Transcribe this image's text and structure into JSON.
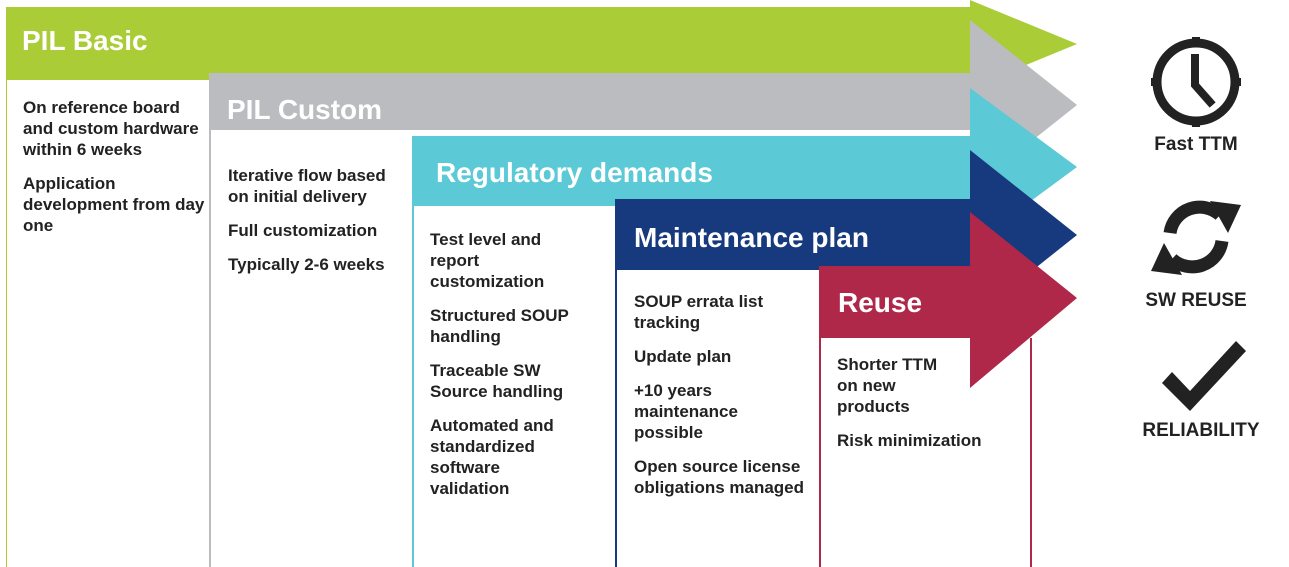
{
  "colors": {
    "pil_basic": "#AACC36",
    "pil_custom": "#BBBCBF",
    "regulatory": "#5CC9D6",
    "maintenance": "#17397E",
    "reuse": "#B02849",
    "icon": "#222222"
  },
  "stages": [
    {
      "title": "PIL Basic",
      "items": [
        "On reference board and custom hardware within 6 weeks",
        "Application development from day one"
      ]
    },
    {
      "title": "PIL Custom",
      "items": [
        "Iterative flow based on initial delivery",
        "Full customization",
        "Typically 2-6 weeks"
      ]
    },
    {
      "title": "Regulatory demands",
      "items": [
        "Test level and report customization",
        "Structured SOUP handling",
        "Traceable SW Source handling",
        "Automated and standardized software validation"
      ]
    },
    {
      "title": "Maintenance plan",
      "items": [
        "SOUP errata list tracking",
        "Update plan",
        "+10 years maintenance possible",
        "Open source license obligations managed"
      ]
    },
    {
      "title": "Reuse",
      "items": [
        "Shorter TTM on new products",
        "Risk minimization"
      ]
    }
  ],
  "benefits": [
    {
      "icon": "clock-icon",
      "label": "Fast TTM"
    },
    {
      "icon": "refresh-icon",
      "label": "SW REUSE"
    },
    {
      "icon": "checkmark-icon",
      "label": "RELIABILITY"
    }
  ]
}
